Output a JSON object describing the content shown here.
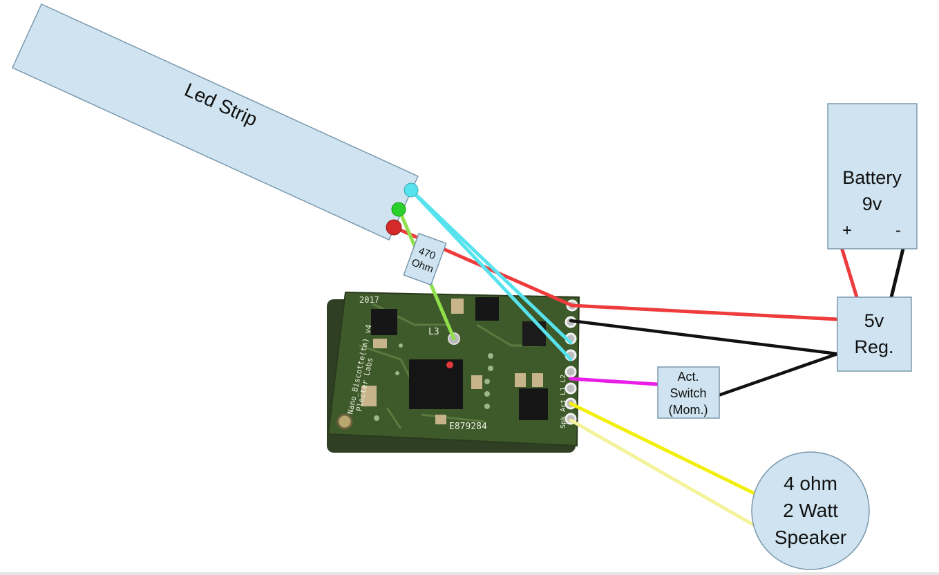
{
  "led_strip": {
    "label": "Led Strip"
  },
  "resistor": {
    "line1": "470",
    "line2": "Ohm"
  },
  "pcb": {
    "year": "2017",
    "name_line1": "Nano_Biscotte(tm) v4",
    "name_line2": "Plecter Labs",
    "code": "E879284",
    "pad_label": "L3",
    "pin_labels": "Spk  Act  L1 L2"
  },
  "battery": {
    "line1": "Battery",
    "line2": "9v",
    "plus": "+",
    "minus": "-"
  },
  "regulator": {
    "line1": "5v",
    "line2": "Reg."
  },
  "switch": {
    "line1": "Act.",
    "line2": "Switch",
    "line3": "(Mom.)"
  },
  "speaker": {
    "line1": "4 ohm",
    "line2": "2 Watt",
    "line3": "Speaker"
  },
  "colors": {
    "box_fill": "#cfe4f0",
    "box_stroke": "#7a98ad",
    "wire_red": "#ee3b3b",
    "wire_black": "#111111",
    "wire_cyan": "#57e3ee",
    "wire_green": "#8fe04a",
    "wire_magenta": "#e81ee6",
    "wire_yellow": "#f2ef0e",
    "wire_pale_yellow": "#f4f29a",
    "pcb_green": "#3f5a2a"
  }
}
